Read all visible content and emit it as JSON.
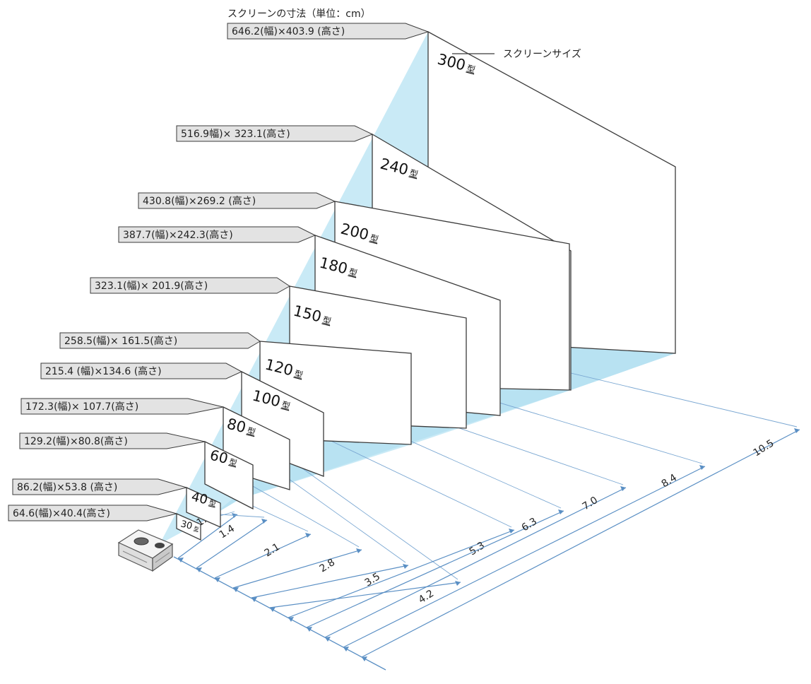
{
  "header": {
    "title": "スクリーンの寸法（単位：cm）",
    "screen_size_label": "スクリーンサイズ"
  },
  "colors": {
    "beam": "#bfe6f4",
    "line": "#3b3b3b",
    "dim_line": "#5a8fc4",
    "label_fill": "#e3e3e3"
  },
  "icons": {
    "projector": "projector-icon"
  },
  "screens": [
    {
      "size": "30",
      "unit": "型",
      "dims": "64.6(幅)×40.4(高さ)",
      "distance": "1.1"
    },
    {
      "size": "40",
      "unit": "型",
      "dims": "86.2(幅)×53.8 (高さ)",
      "distance": "1.4"
    },
    {
      "size": "60",
      "unit": "型",
      "dims": "129.2(幅)×80.8(高さ)",
      "distance": "2.1"
    },
    {
      "size": "80",
      "unit": "型",
      "dims": "172.3(幅)× 107.7(高さ)",
      "distance": "2.8"
    },
    {
      "size": "100",
      "unit": "型",
      "dims": "215.4 (幅)×134.6 (高さ)",
      "distance": "3.5"
    },
    {
      "size": "120",
      "unit": "型",
      "dims": "258.5(幅)× 161.5(高さ)",
      "distance": "4.2"
    },
    {
      "size": "150",
      "unit": "型",
      "dims": "323.1(幅)× 201.9(高さ)",
      "distance": "5.3"
    },
    {
      "size": "180",
      "unit": "型",
      "dims": "387.7(幅)×242.3(高さ)",
      "distance": "6.3"
    },
    {
      "size": "200",
      "unit": "型",
      "dims": "430.8(幅)×269.2 (高さ)",
      "distance": "7.0"
    },
    {
      "size": "240",
      "unit": "型",
      "dims": "516.9幅)× 323.1(高さ)",
      "distance": "8.4"
    },
    {
      "size": "300",
      "unit": "型",
      "dims": "646.2(幅)×403.9 (高さ)",
      "distance": "10.5"
    }
  ]
}
